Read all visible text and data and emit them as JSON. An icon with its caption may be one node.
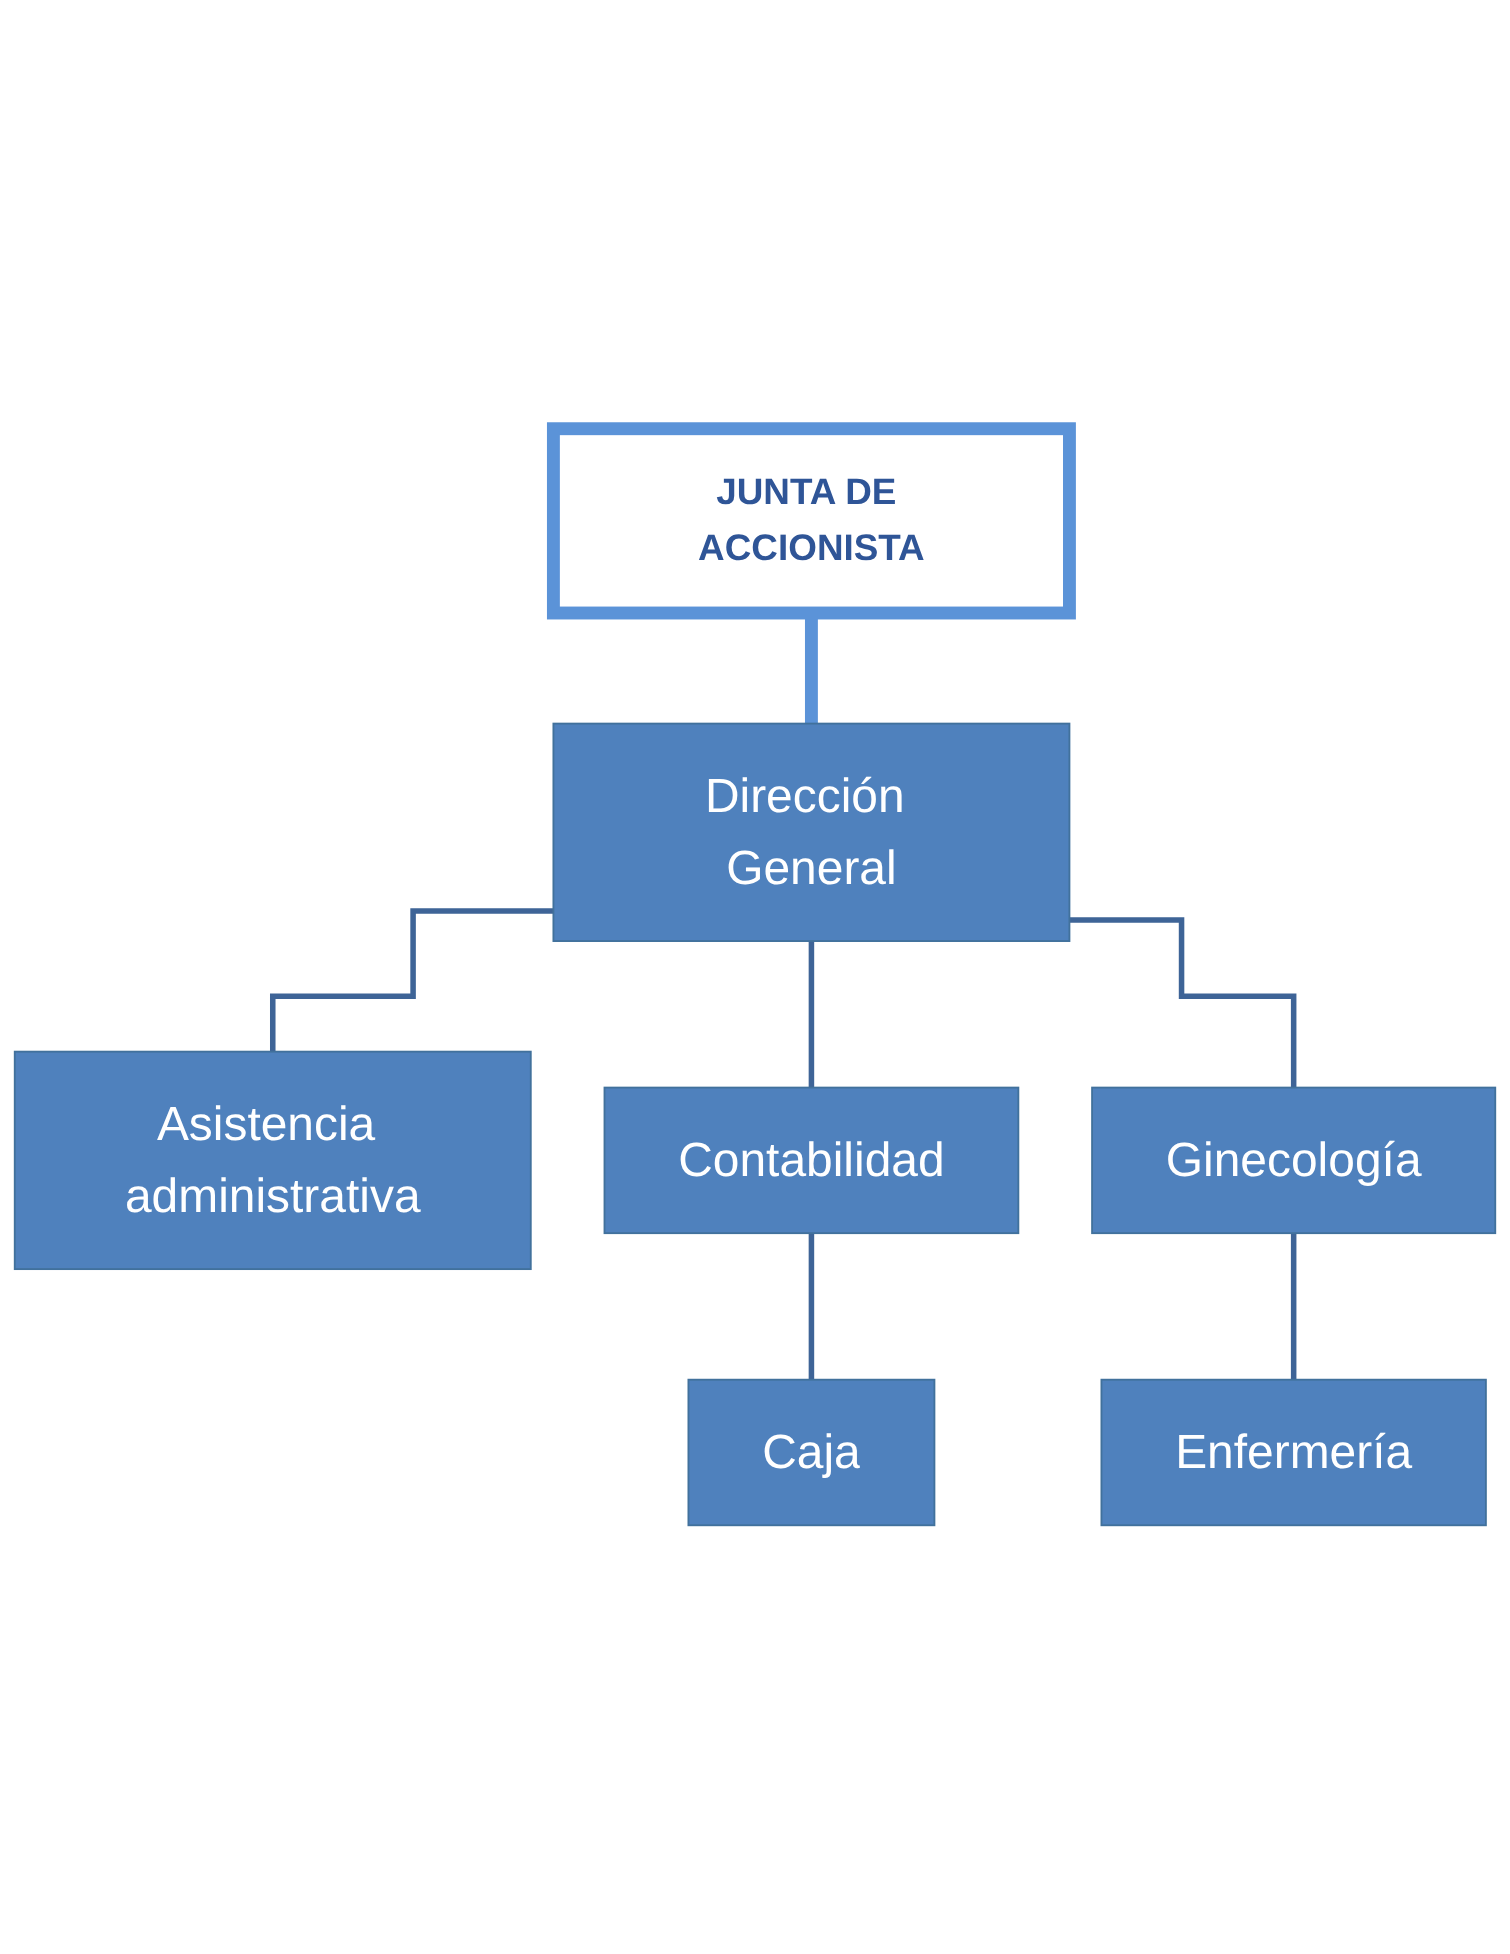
{
  "diagram": {
    "nodes": [
      {
        "text": [
          "JUNTA DE ACCIONISTA"
        ]
      },
      {
        "text": [
          "Dirección General"
        ]
      },
      {
        "text": [
          "Asistencia administrativa"
        ]
      },
      {
        "text": [
          "Contabilidad"
        ]
      },
      {
        "text": [
          "Ginecología"
        ]
      },
      {
        "text": [
          "Caja"
        ]
      },
      {
        "text": [
          "Enfermería"
        ]
      }
    ],
    "edges": [
      {
        "from": 0,
        "to": 1,
        "arrow": "none",
        "style": "thick",
        "color": "#5b93d8"
      },
      {
        "from": 1,
        "to": 2,
        "arrow": "none"
      },
      {
        "from": 1,
        "to": 3,
        "arrow": "none"
      },
      {
        "from": 1,
        "to": 4,
        "arrow": "none"
      },
      {
        "from": 3,
        "to": 5,
        "arrow": "none"
      },
      {
        "from": 4,
        "to": 6,
        "arrow": "none"
      }
    ]
  }
}
